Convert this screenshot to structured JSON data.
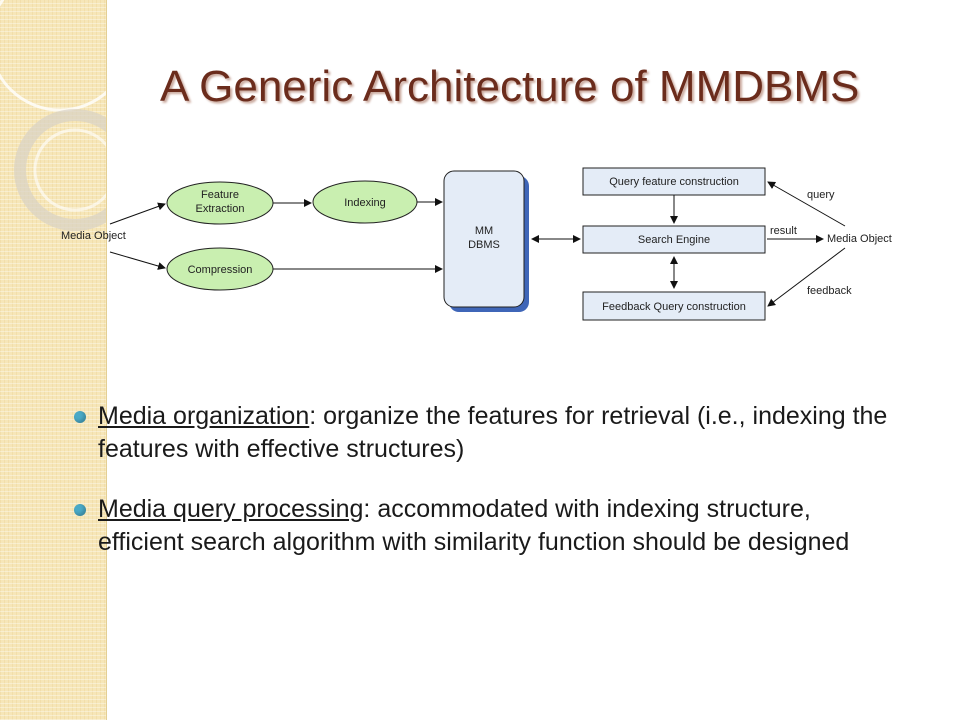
{
  "slide": {
    "title": "A Generic Architecture of MMDBMS"
  },
  "diagram": {
    "nodes": {
      "feature_extraction": [
        "Feature",
        "Extraction"
      ],
      "indexing": "Indexing",
      "compression": "Compression",
      "mm_dbms": [
        "MM",
        "DBMS"
      ],
      "query_feature_construction": "Query feature construction",
      "search_engine": "Search Engine",
      "feedback_query_construction": "Feedback Query construction"
    },
    "labels": {
      "media_object_left": "Media Object",
      "media_object_right": "Media Object",
      "query": "query",
      "result": "result",
      "feedback": "feedback"
    },
    "colors": {
      "ellipse_fill": "#c9efb0",
      "box_fill": "#e4ecf7",
      "dbms_shadow": "#3f66b8"
    }
  },
  "bullets": [
    {
      "term": "Media organization",
      "text": ": organize the features for retrieval (i.e., indexing the features with effective structures)"
    },
    {
      "term": "Media query processing",
      "text": ": accommodated with indexing structure, efficient search algorithm with similarity function should be designed"
    }
  ]
}
